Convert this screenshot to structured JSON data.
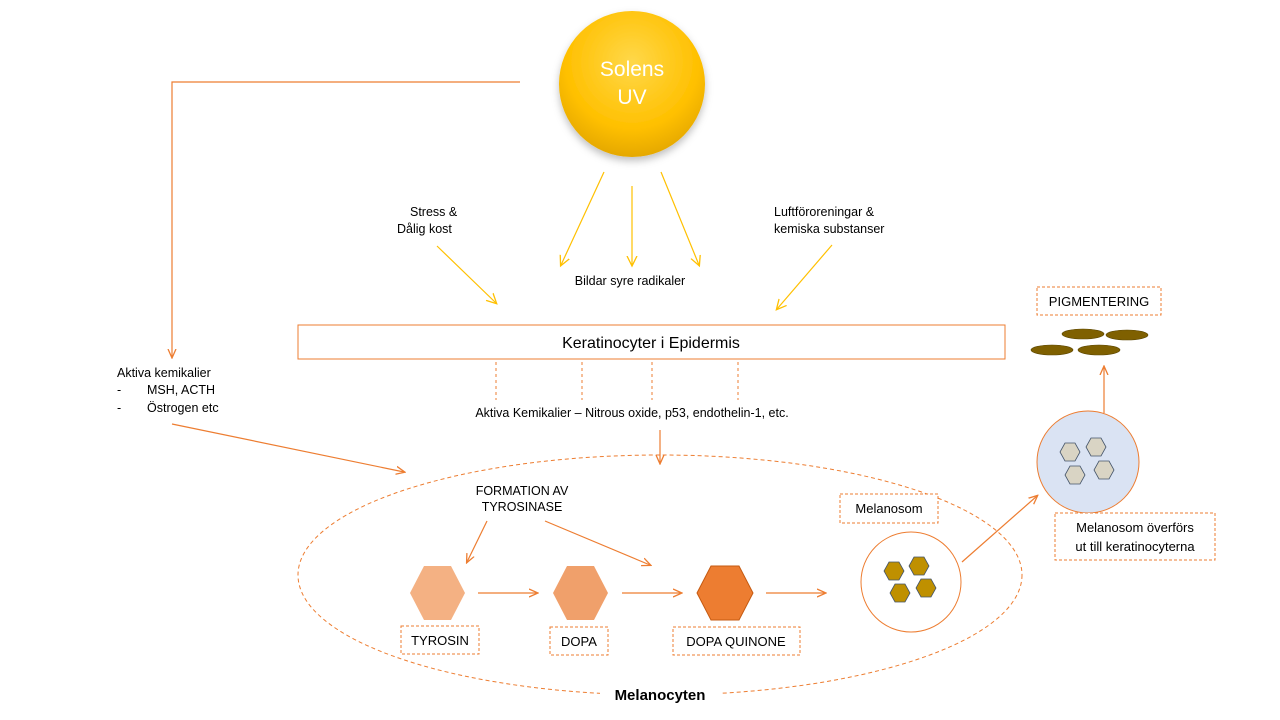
{
  "sun": {
    "line1": "Solens",
    "line2": "UV"
  },
  "stress": {
    "line1": "Stress &",
    "line2": "Dålig kost"
  },
  "oxygen_radicals": "Bildar syre radikaler",
  "pollution": {
    "line1": "Luftföroreningar &",
    "line2": "kemiska substanser"
  },
  "keratinocytes_box": "Keratinocyter i Epidermis",
  "active_chemicals_left": {
    "title": "Aktiva kemikalier",
    "bullet": "-",
    "item1": "MSH, ACTH",
    "item2": "Östrogen etc"
  },
  "active_chemicals_center": "Aktiva Kemikalier – Nitrous oxide, p53, endothelin-1,  etc.",
  "formation": {
    "line1": "FORMATION AV",
    "line2": "TYROSINASE"
  },
  "steps": {
    "tyrosin": "TYROSIN",
    "dopa": "DOPA",
    "dopa_quinone": "DOPA QUINONE"
  },
  "melanosom": "Melanosom",
  "melanocyten": "Melanocyten",
  "transfer": {
    "line1": "Melanosom överförs",
    "line2": "ut till keratinocyterna"
  },
  "pigmentering": "PIGMENTERING",
  "colors": {
    "orange": "#ED7D31",
    "yellow": "#FFC000",
    "tyrosin_fill": "#F4B183",
    "dopa_fill": "#F0A06B",
    "quinone_fill": "#ED7D31",
    "melanin_gold": "#BF9000",
    "melanin_brown": "#7F6000",
    "cell_fill": "#DAE3F3",
    "hex_gray": "#D9D4C4",
    "hex_stroke": "#44546A"
  }
}
